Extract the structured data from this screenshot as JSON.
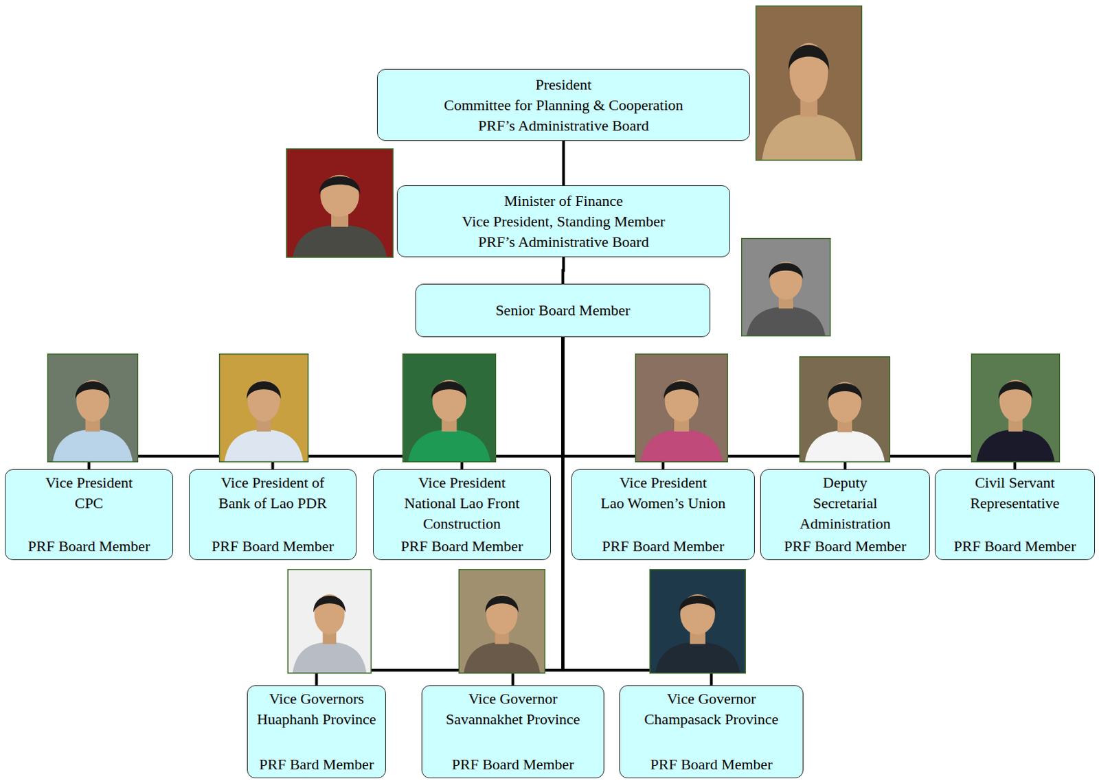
{
  "diagram": {
    "nodes": [
      {
        "text": [
          "President",
          "Committee for Planning & Cooperation",
          "PRF’s Administrative Board"
        ]
      },
      {
        "text": [
          "Minister of Finance",
          "Vice President, Standing Member",
          "PRF’s Administrative Board"
        ]
      },
      {
        "text": [
          "Senior Board Member"
        ]
      },
      {
        "text": [
          "Vice President",
          "CPC",
          "PRF Board Member"
        ]
      },
      {
        "text": [
          "Vice President of",
          "Bank of Lao PDR",
          "PRF Board Member"
        ]
      },
      {
        "text": [
          "Vice President",
          "National Lao Front",
          "Construction",
          "PRF Board Member"
        ]
      },
      {
        "text": [
          "Vice President",
          "Lao Women’s Union",
          "PRF Board Member"
        ]
      },
      {
        "text": [
          "Deputy",
          "Secretarial",
          "Administration",
          "PRF Board Member"
        ]
      },
      {
        "text": [
          "Civil Servant",
          "Representative",
          "PRF Board Member"
        ]
      },
      {
        "text": [
          "Vice Governors",
          "Huaphanh Province",
          "PRF Bard Member"
        ]
      },
      {
        "text": [
          "Vice Governor",
          "Savannakhet Province",
          "PRF Board Member"
        ]
      },
      {
        "text": [
          "Vice Governor",
          "Champasack Province",
          "PRF Board Member"
        ]
      }
    ],
    "edges": [
      {
        "from": 0,
        "to": 1,
        "arrow": "none"
      },
      {
        "from": 1,
        "to": 2,
        "arrow": "none"
      },
      {
        "from": 2,
        "to": 3,
        "arrow": "none"
      },
      {
        "from": 2,
        "to": 4,
        "arrow": "none"
      },
      {
        "from": 2,
        "to": 5,
        "arrow": "none"
      },
      {
        "from": 2,
        "to": 6,
        "arrow": "none"
      },
      {
        "from": 2,
        "to": 7,
        "arrow": "none"
      },
      {
        "from": 2,
        "to": 8,
        "arrow": "none"
      },
      {
        "from": 2,
        "to": 9,
        "arrow": "none"
      },
      {
        "from": 2,
        "to": 10,
        "arrow": "none"
      },
      {
        "from": 2,
        "to": 11,
        "arrow": "none"
      }
    ]
  }
}
